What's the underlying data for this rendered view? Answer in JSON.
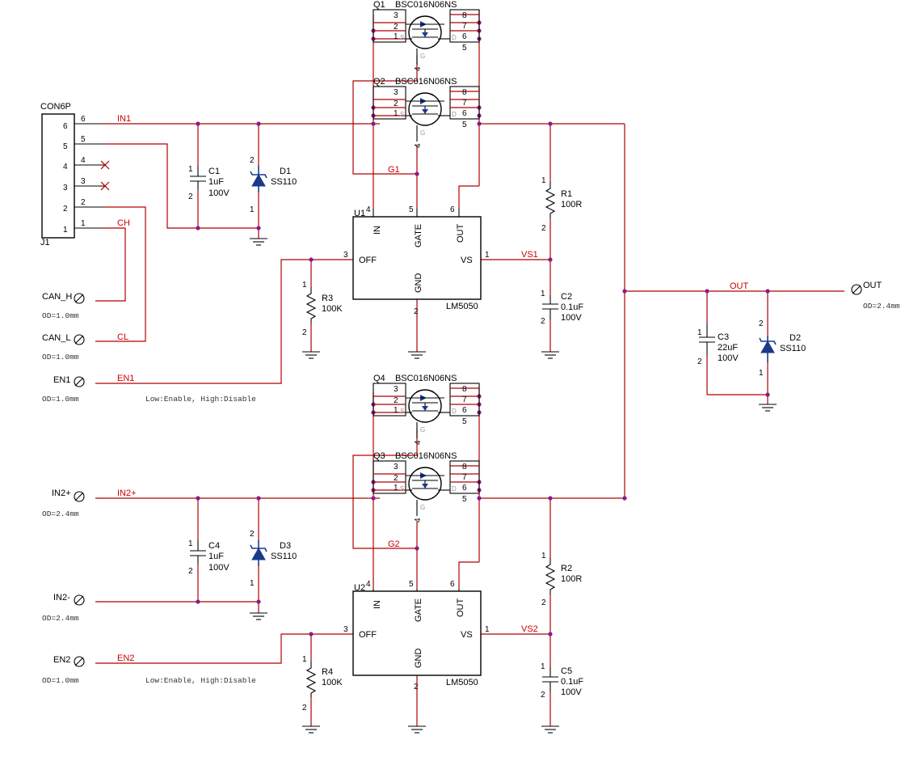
{
  "connector": {
    "ref": "J1",
    "value": "CON6P",
    "pins": [
      "6",
      "5",
      "4",
      "3",
      "2",
      "1"
    ]
  },
  "nets": {
    "in1": "IN1",
    "ch": "CH",
    "cl": "CL",
    "en1": "EN1",
    "g1": "G1",
    "vs1": "VS1",
    "out": "OUT",
    "in2p": "IN2+",
    "g2": "G2",
    "vs2": "VS2",
    "en2": "EN2"
  },
  "pads": {
    "can_h": "CAN_H",
    "can_l": "CAN_L",
    "en1": "EN1",
    "out": "OUT",
    "in2p": "IN2+",
    "in2m": "IN2-",
    "en2": "EN2",
    "od1": "OD=1.0mm",
    "od24": "OD=2.4mm"
  },
  "notes": {
    "enable": "Low:Enable, High:Disable"
  },
  "mosfets": [
    {
      "ref": "Q1",
      "value": "BSC016N06NS"
    },
    {
      "ref": "Q2",
      "value": "BSC016N06NS"
    },
    {
      "ref": "Q4",
      "value": "BSC016N06NS"
    },
    {
      "ref": "Q3",
      "value": "BSC016N06NS"
    }
  ],
  "mosfet_pins": {
    "p3": "3",
    "p2": "2",
    "p1": "1",
    "p8": "8",
    "p7": "7",
    "p6": "6",
    "p5": "5",
    "p4": "4",
    "s": "S",
    "d": "D",
    "g": "G"
  },
  "ics": [
    {
      "ref": "U1",
      "value": "LM5050"
    },
    {
      "ref": "U2",
      "value": "LM5050"
    }
  ],
  "ic_pins": {
    "in": "IN",
    "gate": "GATE",
    "out": "OUT",
    "off": "OFF",
    "vs": "VS",
    "gnd": "GND",
    "n4": "4",
    "n5": "5",
    "n6": "6",
    "n3": "3",
    "n1": "1",
    "n2": "2"
  },
  "caps": [
    {
      "ref": "C1",
      "value": "1uF",
      "rating": "100V"
    },
    {
      "ref": "C2",
      "value": "0.1uF",
      "rating": "100V"
    },
    {
      "ref": "C3",
      "value": "22uF",
      "rating": "100V"
    },
    {
      "ref": "C4",
      "value": "1uF",
      "rating": "100V"
    },
    {
      "ref": "C5",
      "value": "0.1uF",
      "rating": "100V"
    }
  ],
  "resistors": [
    {
      "ref": "R1",
      "value": "100R"
    },
    {
      "ref": "R2",
      "value": "100R"
    },
    {
      "ref": "R3",
      "value": "100K"
    },
    {
      "ref": "R4",
      "value": "100K"
    }
  ],
  "diodes": [
    {
      "ref": "D1",
      "value": "SS110"
    },
    {
      "ref": "D2",
      "value": "SS110"
    },
    {
      "ref": "D3",
      "value": "SS110"
    }
  ],
  "two_pin": {
    "a": "1",
    "b": "2"
  }
}
